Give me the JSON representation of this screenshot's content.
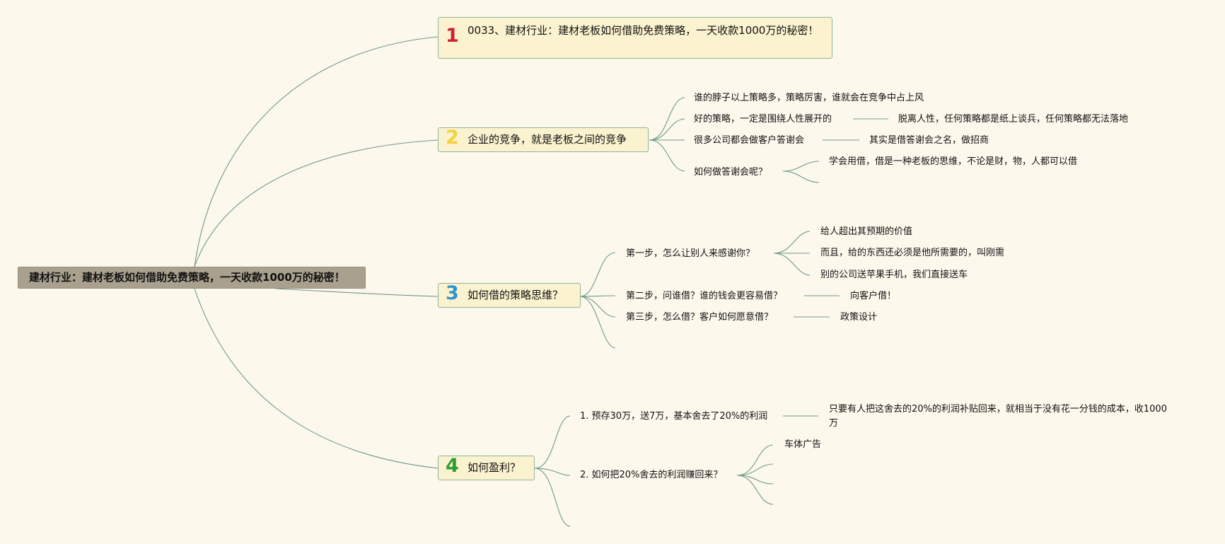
{
  "root": "建材行业：建材老板如何借助免费策略，一天收款1000万的秘密！",
  "topics": [
    {
      "num": "1",
      "color": "#d0202e",
      "text": "0033、建材行业：建材老板如何借助免费策略，一天收款1000万的秘密！"
    },
    {
      "num": "2",
      "color": "#f2d23a",
      "text": "企业的竞争，就是老板之间的竞争"
    },
    {
      "num": "3",
      "color": "#2e93cf",
      "text": "如何借的策略思维？"
    },
    {
      "num": "4",
      "color": "#2e9e34",
      "text": "如何盈利？"
    }
  ],
  "t2": {
    "c1": "谁的脖子以上策略多，策略厉害，谁就会在竞争中占上风",
    "c2": "好的策略，一定是围绕人性展开的",
    "c2a": "脱离人性，任何策略都是纸上谈兵，任何策略都无法落地",
    "c3": "很多公司都会做客户答谢会",
    "c3a": "其实是借答谢会之名，做招商",
    "c4": "如何做答谢会呢？",
    "c4a": "学会用借，借是一种老板的思维，不论是财，物，人都可以借"
  },
  "t3": {
    "s1": "第一步，怎么让别人来感谢你？",
    "s1a": "给人超出其预期的价值",
    "s1b": "而且，给的东西还必须是他所需要的，叫刚需",
    "s1c": "别的公司送苹果手机，我们直接送车",
    "s2": "第二步，问谁借？谁的钱会更容易借？",
    "s2a": "向客户借！",
    "s3": "第三步，怎么借？客户如何愿意借？",
    "s3a": "政策设计"
  },
  "t4": {
    "p1": "1. 预存30万，送7万，基本舍去了20%的利润",
    "p1a": "只要有人把这舍去的20%的利润补贴回来，就相当于没有花一分钱的成本，收1000万",
    "p2": "2. 如何把20%舍去的利润赚回来？",
    "p2a": "车体广告"
  },
  "colors": {
    "line": "#6f9a8a",
    "background": "#fdf8ec"
  }
}
